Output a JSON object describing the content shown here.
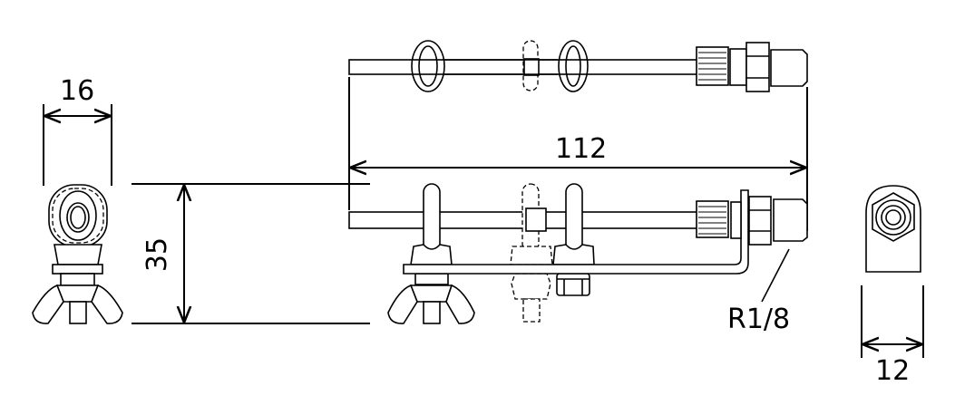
{
  "dimensions": {
    "width_left_view": "16",
    "length_overall": "112",
    "height": "35",
    "thread": "R1/8",
    "width_right_view": "12"
  }
}
